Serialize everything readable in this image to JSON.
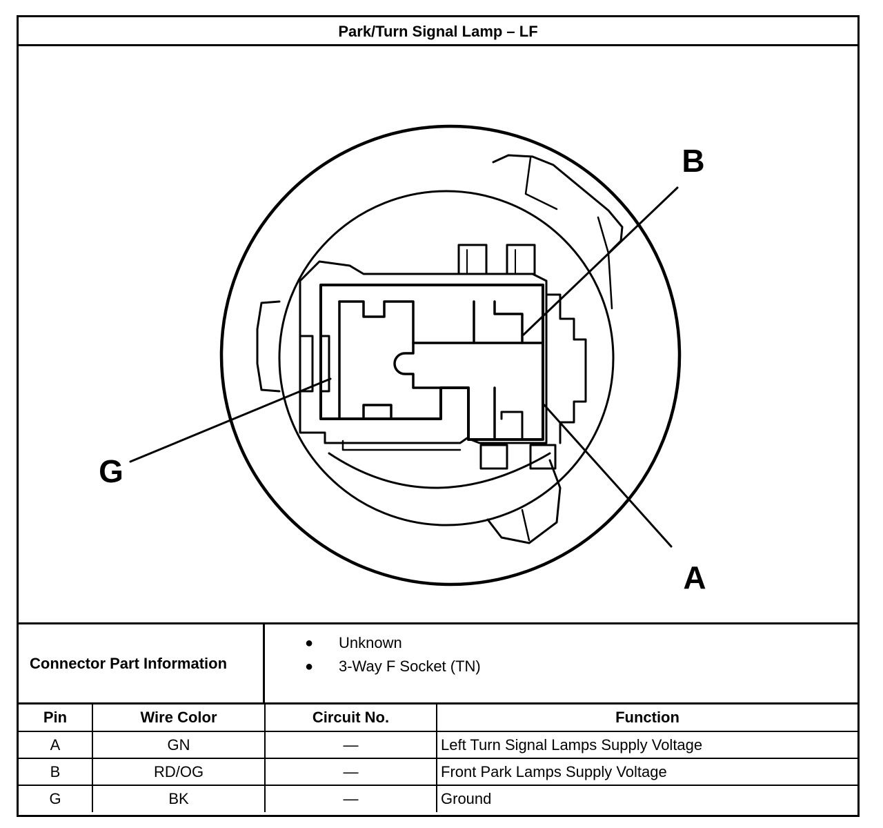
{
  "title": "Park/Turn Signal Lamp – LF",
  "diagram": {
    "callouts": [
      "B",
      "G",
      "A"
    ]
  },
  "connector_info": {
    "label": "Connector Part Information",
    "items": [
      "Unknown",
      "3-Way F Socket (TN)"
    ],
    "bullet": "●"
  },
  "pin_table": {
    "headers": [
      "Pin",
      "Wire Color",
      "Circuit No.",
      "Function"
    ],
    "rows": [
      {
        "pin": "A",
        "wire_color": "GN",
        "circuit": "—",
        "function": "Left Turn Signal Lamps Supply Voltage"
      },
      {
        "pin": "B",
        "wire_color": "RD/OG",
        "circuit": "—",
        "function": "Front Park Lamps Supply Voltage"
      },
      {
        "pin": "G",
        "wire_color": "BK",
        "circuit": "—",
        "function": "Ground"
      }
    ]
  }
}
